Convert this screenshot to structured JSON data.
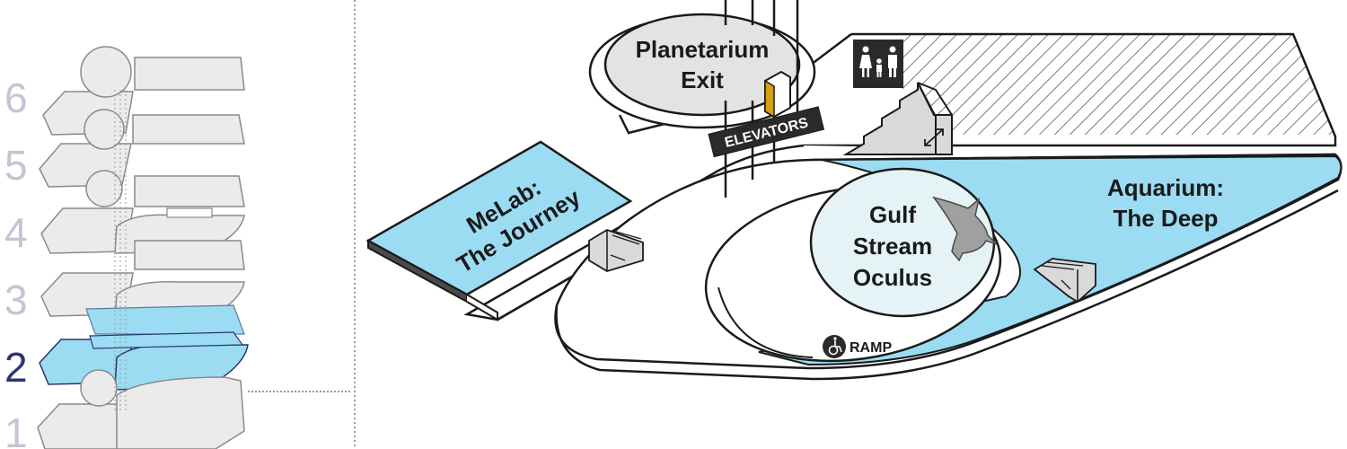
{
  "colors": {
    "water": "#9bdcf2",
    "floor_gray": "#ebebeb",
    "line": "#1a1a1a",
    "accent_navy": "#2c3470",
    "floor_num_gray": "#c4c4d4",
    "divider": "#4a5a8a",
    "elevator_gold": "#d4a017"
  },
  "floor_selector": {
    "levels": [
      {
        "num": "6"
      },
      {
        "num": "5"
      },
      {
        "num": "4"
      },
      {
        "num": "3"
      },
      {
        "num": "2",
        "current": true
      },
      {
        "num": "1"
      }
    ]
  },
  "map": {
    "planetarium": {
      "line1": "Planetarium",
      "line2": "Exit"
    },
    "elevators": "ELEVATORS",
    "melab": {
      "line1": "MeLab:",
      "line2": "The Journey"
    },
    "gulf": {
      "line1": "Gulf",
      "line2": "Stream",
      "line3": "Oculus"
    },
    "aquarium": {
      "line1": "Aquarium:",
      "line2": "The Deep"
    },
    "ramp": "RAMP",
    "icons": [
      "family-restroom-icon",
      "wheelchair-icon",
      "elevator-icon",
      "stairs-icon",
      "shark-icon"
    ]
  }
}
